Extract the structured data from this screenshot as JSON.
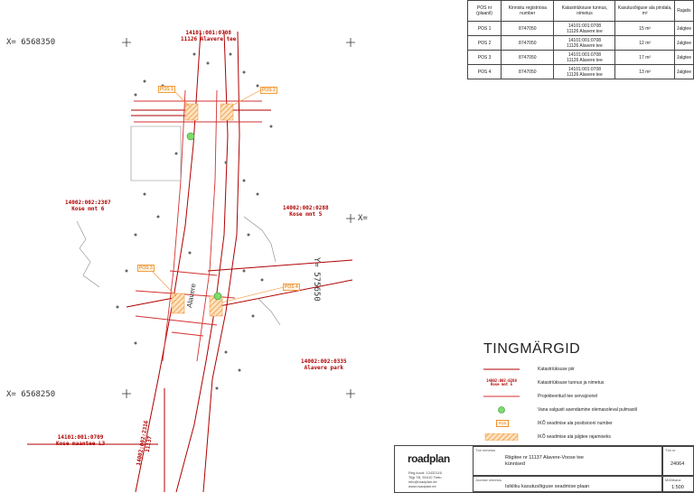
{
  "coordinates": {
    "x_top": "X= 6568350",
    "x_bottom": "X= 6568250",
    "y_right": "Y= 575650",
    "x_right_short": "X="
  },
  "parcels": [
    {
      "code": "14101:001:0708",
      "name": "11126 Alavere tee"
    },
    {
      "code": "14002:002:2307",
      "name": "Kose mnt 6"
    },
    {
      "code": "14002:002:0288",
      "name": "Kose mnt 5"
    },
    {
      "code": "14002:002:0335",
      "name": "Alavere park"
    },
    {
      "code": "14101:001:0709",
      "name": "Kose maantee L3"
    },
    {
      "code": "14002:002:2316",
      "name": "11137"
    }
  ],
  "road_label": "Alavere",
  "pos_tags": [
    "POS 1",
    "POS 2",
    "POS 3",
    "POS 4"
  ],
  "table": {
    "headers": [
      "POS nr (plaanil)",
      "Kinnistu registriosa number",
      "Katastriüksuse tunnus, nimetus",
      "Kasutusõiguse ala pindala, m²",
      "Rajatis"
    ],
    "rows": [
      [
        "POS 1",
        "8747050",
        "14101:001:0708\n11126 Alavere tee",
        "15 m²",
        "Jalgtee"
      ],
      [
        "POS 2",
        "8747050",
        "14101:001:0708\n11126 Alavere tee",
        "12 m²",
        "Jalgtee"
      ],
      [
        "POS 3",
        "8747050",
        "14101:001:0708\n11126 Alavere tee",
        "17 m²",
        "Jalgtee"
      ],
      [
        "POS 4",
        "8747050",
        "14101:001:0708\n11126 Alavere tee",
        "13 m²",
        "Jalgtee"
      ]
    ]
  },
  "legend": {
    "title": "TINGMÄRGID",
    "items": [
      {
        "text": "Katastriüksuse piir"
      },
      {
        "text": "Katastriüksuse tunnus ja nimetus",
        "sample": "14002:002:0288\nKose mnt 5"
      },
      {
        "text": "Projekteeritud tee servajoonel"
      },
      {
        "text": "Vana valgusti asendamine olemasoleval pulmastil"
      },
      {
        "text": "IKÕ seadmise ala positsiooni number",
        "sample": "POS"
      },
      {
        "text": "IKÕ seadmise ala jalgtee rajamiseks"
      }
    ]
  },
  "title_block": {
    "logo": "roadplan",
    "company_lines": [
      "Reg.kood: 12432116",
      "Tilgi 7B, 50410 Tartu",
      "info@roadplan.ee",
      "www.roadplan.ee"
    ],
    "title_label": "Töö nimetus",
    "title_value": "Riigitee nr 11137 Alavere-Voose tee\nkünnised",
    "drawing_label": "Joonise nimetus",
    "drawing_value": "Isikliku kasutusõiguse seadmise plaan",
    "work_no_label": "Töö nr",
    "work_no_value": "24064",
    "scale_label": "Mõõtkava",
    "scale_value": "1:500"
  },
  "colors": {
    "parcel": "#b00000",
    "road": "#d43030",
    "orange": "#f09030",
    "green": "#40b040"
  }
}
